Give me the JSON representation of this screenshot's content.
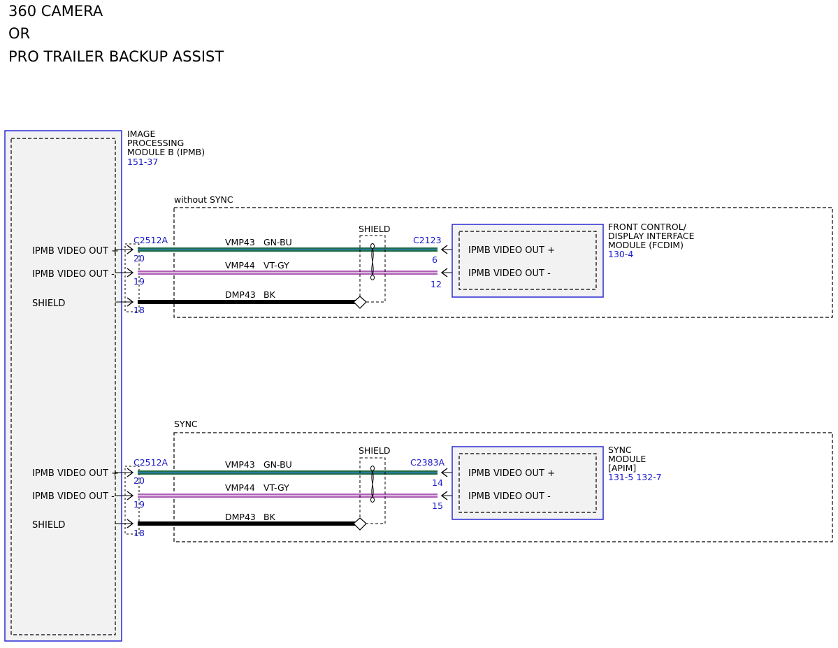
{
  "title_lines": [
    "360 CAMERA",
    "OR",
    "PRO TRAILER BACKUP ASSIST"
  ],
  "ipmb": {
    "name_lines": [
      "IMAGE",
      "PROCESSING",
      "MODULE B (IPMB)"
    ],
    "ref": "151-37",
    "pins_top": [
      "IPMB VIDEO OUT +",
      "IPMB VIDEO OUT -",
      "SHIELD"
    ],
    "pins_bottom": [
      "IPMB VIDEO OUT +",
      "IPMB VIDEO OUT -",
      "SHIELD"
    ]
  },
  "group_top": {
    "label": "without SYNC",
    "left_connector": "C2512A",
    "left_pins": [
      "20",
      "19",
      "18"
    ],
    "wires": [
      {
        "circuit": "VMP43",
        "color": "GN-BU"
      },
      {
        "circuit": "VMP44",
        "color": "VT-GY"
      },
      {
        "circuit": "DMP43",
        "color": "BK"
      }
    ],
    "shield_label": "SHIELD",
    "right_connector": "C2123",
    "right_pins": [
      "6",
      "12"
    ],
    "module_lines": [
      "FRONT CONTROL/",
      "DISPLAY INTERFACE",
      "MODULE (FCDIM)"
    ],
    "module_ref": "130-4",
    "module_pins": [
      "IPMB VIDEO OUT +",
      "IPMB VIDEO OUT -"
    ]
  },
  "group_bottom": {
    "label": "SYNC",
    "left_connector": "C2512A",
    "left_pins": [
      "20",
      "19",
      "18"
    ],
    "wires": [
      {
        "circuit": "VMP43",
        "color": "GN-BU"
      },
      {
        "circuit": "VMP44",
        "color": "VT-GY"
      },
      {
        "circuit": "DMP43",
        "color": "BK"
      }
    ],
    "shield_label": "SHIELD",
    "right_connector": "C2383A",
    "right_pins": [
      "14",
      "15"
    ],
    "module_lines": [
      "SYNC",
      "MODULE",
      "[APIM]"
    ],
    "module_ref": "131-5 132-7",
    "module_pins": [
      "IPMB VIDEO OUT +",
      "IPMB VIDEO OUT -"
    ]
  },
  "colors": {
    "module_border": "#2a2ad4",
    "module_fill": "#f2f2f2",
    "ref_text": "#1a1acc",
    "wire_gn": "#1f6b45",
    "wire_bu_stripe": "#2a80c0",
    "wire_vt": "#b060b8",
    "wire_gy_stripe": "#e8d8ea",
    "wire_bk": "#000000"
  }
}
